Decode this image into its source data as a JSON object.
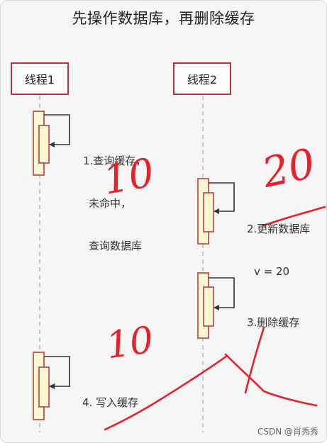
{
  "title": "先操作数据库，再删除缓存",
  "lifelines": [
    {
      "id": "t1",
      "label": "线程1"
    },
    {
      "id": "t2",
      "label": "线程2"
    }
  ],
  "steps": [
    {
      "lines": [
        "1.查询缓存，",
        "未命中，",
        "查询数据库"
      ]
    },
    {
      "lines": [
        "2.更新数据库",
        "v = 20"
      ]
    },
    {
      "lines": [
        "3.删除缓存"
      ]
    },
    {
      "lines": [
        "4. 写入缓存"
      ]
    }
  ],
  "handwriting": [
    {
      "text": "10"
    },
    {
      "text": "20"
    },
    {
      "text": "10"
    }
  ],
  "watermark": "CSDN @肖秀秀",
  "colors": {
    "box_border": "#b8343a",
    "activation_fill": "#fdf8d2",
    "activation_border": "#b8343a",
    "arrow": "#333333",
    "handwriting": "#e8202a",
    "lifeline": "#bbbbbb"
  }
}
